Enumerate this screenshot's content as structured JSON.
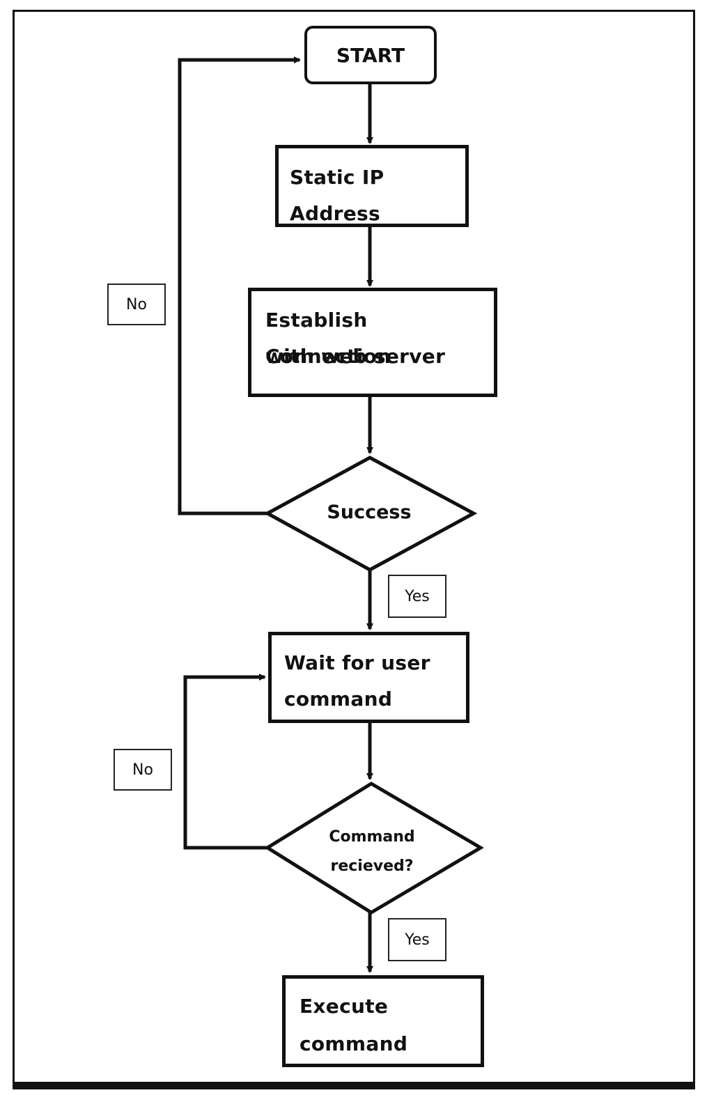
{
  "nodes": {
    "start": "START",
    "static_ip": "Static IP Address",
    "establish": [
      "Establish Connection",
      "with web server"
    ],
    "success": "Success",
    "wait": [
      "Wait for user",
      "command"
    ],
    "command_received": [
      "Command",
      "recieved?"
    ],
    "execute": [
      "Execute",
      "command"
    ]
  },
  "edge_labels": {
    "no_1": "No",
    "yes_1": "Yes",
    "no_2": "No",
    "yes_2": "Yes"
  },
  "colors": {
    "line": "#111111",
    "background": "#ffffff"
  }
}
